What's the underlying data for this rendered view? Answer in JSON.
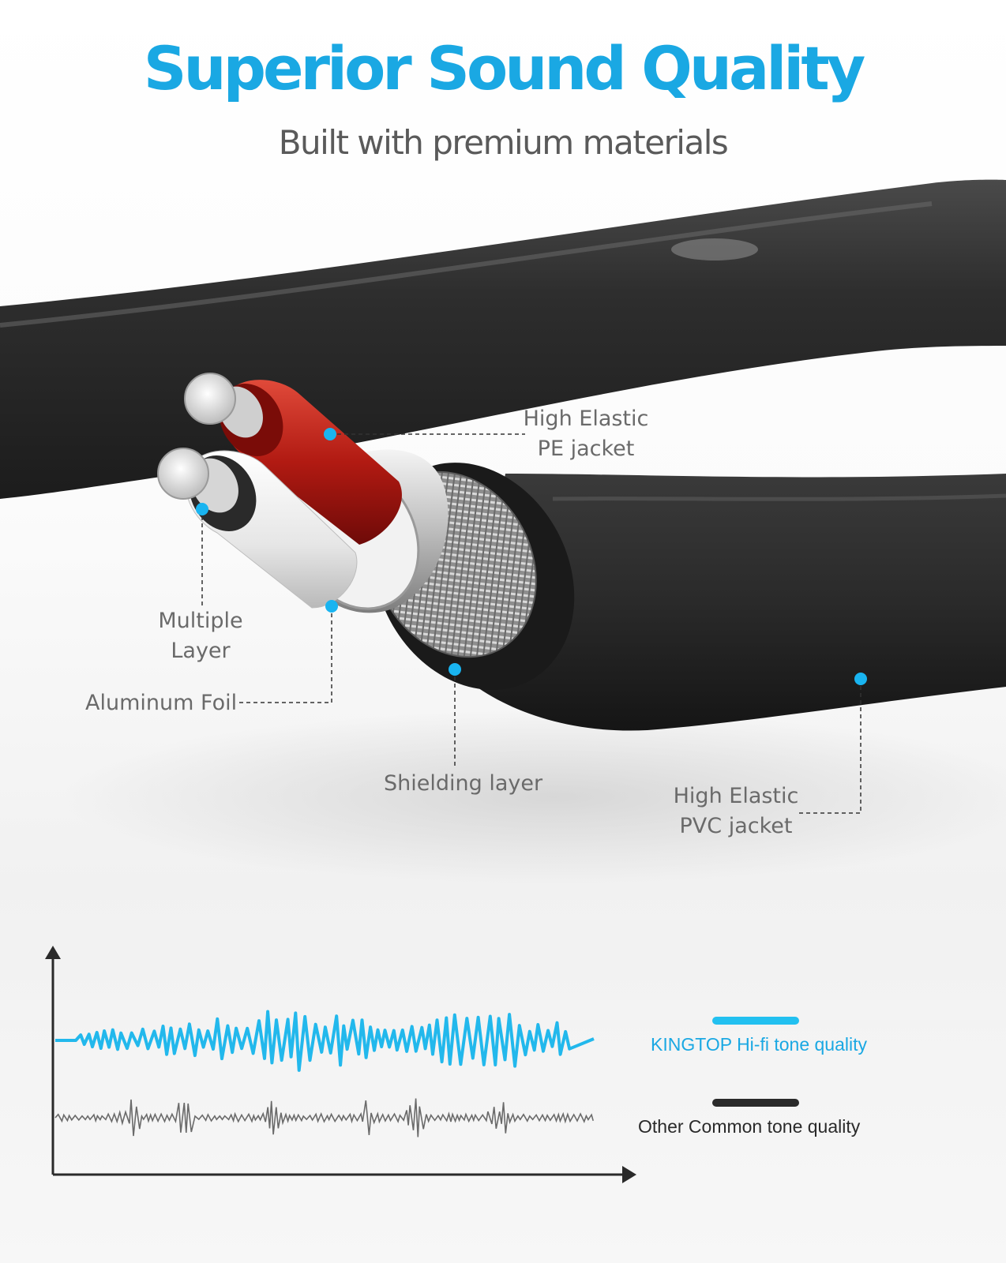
{
  "header": {
    "title": "Superior Sound Quality",
    "subtitle": "Built with premium materials"
  },
  "callouts": {
    "pe_jacket": [
      "High Elastic",
      "PE jacket"
    ],
    "multiple_layer": [
      "Multiple",
      "Layer"
    ],
    "aluminum_foil": "Aluminum Foil",
    "shielding_layer": "Shielding layer",
    "pvc_jacket": [
      "High Elastic",
      "PVC jacket"
    ]
  },
  "legend": {
    "hifi_label": "KINGTOP Hi-fi tone quality",
    "common_label": "Other Common tone quality"
  },
  "colors": {
    "accent": "#1aa8e3",
    "waveform_hifi": "#22b8ec",
    "waveform_common": "#6a6a6a",
    "cable_jacket": "#2b2b2b",
    "pe_jacket": "#b31212",
    "callout_dot": "#19b4f0"
  }
}
